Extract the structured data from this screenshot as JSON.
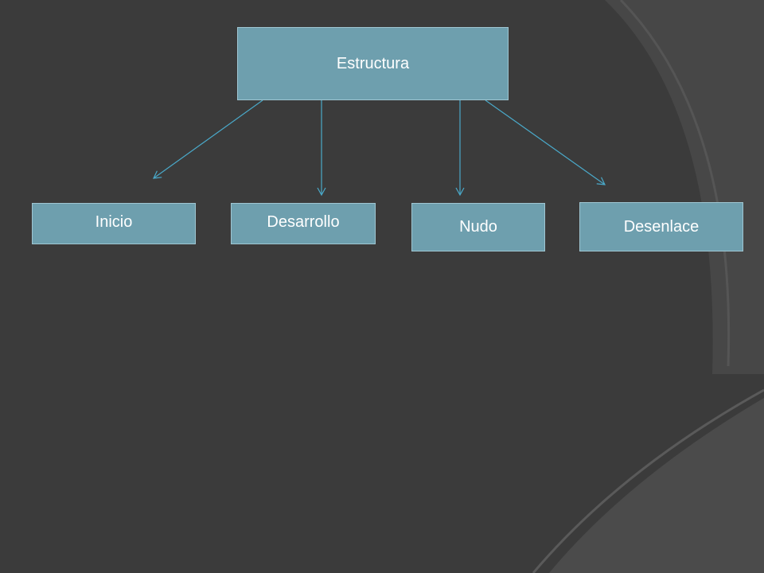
{
  "diagram": {
    "root": {
      "label": "Estructura"
    },
    "children": [
      {
        "key": "inicio",
        "label": "Inicio"
      },
      {
        "key": "desarrollo",
        "label": "Desarrollo"
      },
      {
        "key": "nudo",
        "label": "Nudo"
      },
      {
        "key": "desenlace",
        "label": "Desenlace"
      }
    ]
  },
  "colors": {
    "background": "#3b3b3b",
    "node_fill": "#6e9fae",
    "node_border": "#9fc6d2",
    "connector": "#4aa9c9",
    "text": "#ffffff"
  }
}
